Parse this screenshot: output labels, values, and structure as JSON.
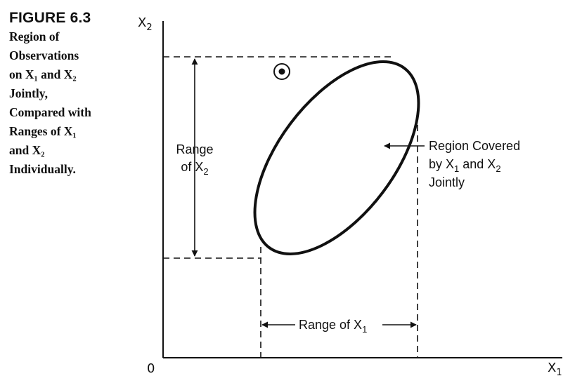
{
  "caption": {
    "figure_number": "FIGURE 6.3",
    "lines": [
      "Region of",
      "Observations",
      "on X₁ and X₂",
      "Jointly,",
      "Compared with",
      "Ranges of X₁",
      "and X₂",
      "Individually."
    ]
  },
  "axes": {
    "y_axis_label": "X",
    "y_axis_sub": "2",
    "x_axis_label": "X",
    "x_axis_sub": "1",
    "origin_label": "0"
  },
  "labels": {
    "range_x2_line1": "Range",
    "range_x2_line2_prefix": "of X",
    "range_x2_line2_sub": "2",
    "range_x1_prefix": "Range of X",
    "range_x1_sub": "1",
    "region_line1": "Region Covered",
    "region_line2_a": "by X",
    "region_line2_sub1": "1",
    "region_line2_b": " and X",
    "region_line2_sub2": "2",
    "region_line3": "Jointly"
  },
  "colors": {
    "ink": "#111111",
    "background": "#ffffff"
  }
}
